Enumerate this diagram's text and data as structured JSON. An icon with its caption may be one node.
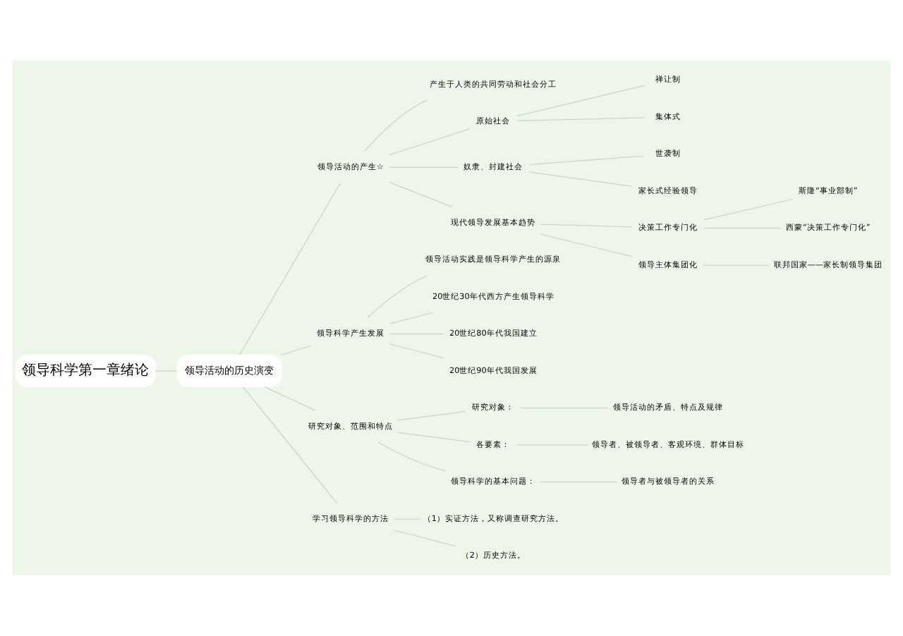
{
  "diagram": {
    "nodes": [
      {
        "text": [
          "领导科学第一章绪论"
        ]
      },
      {
        "text": [
          "领导活动的历史演变"
        ]
      },
      {
        "text": [
          "领导活动的产生☆"
        ]
      },
      {
        "text": [
          "产生于人类的共同劳动和社会分工"
        ]
      },
      {
        "text": [
          "原始社会"
        ]
      },
      {
        "text": [
          "禅让制"
        ]
      },
      {
        "text": [
          "集体式"
        ]
      },
      {
        "text": [
          "奴隶、封建社会"
        ]
      },
      {
        "text": [
          "世袭制"
        ]
      },
      {
        "text": [
          "家长式经验领导"
        ]
      },
      {
        "text": [
          "现代领导发展基本趋势"
        ]
      },
      {
        "text": [
          "决策工作专门化"
        ]
      },
      {
        "text": [
          "斯隆“事业部制”"
        ]
      },
      {
        "text": [
          "西蒙“决策工作专门化”"
        ]
      },
      {
        "text": [
          "领导主体集团化"
        ]
      },
      {
        "text": [
          "联邦国家——家长制领导集团"
        ]
      },
      {
        "text": [
          "领导科学产生发展"
        ]
      },
      {
        "text": [
          "领导活动实践是领导科学产生的源泉"
        ]
      },
      {
        "text": [
          "20世纪30年代西方产生领导科学"
        ]
      },
      {
        "text": [
          "20世纪80年代我国建立"
        ]
      },
      {
        "text": [
          "20世纪90年代我国发展"
        ]
      },
      {
        "text": [
          "研究对象、范围和特点"
        ]
      },
      {
        "text": [
          "研究对象："
        ]
      },
      {
        "text": [
          "领导活动的矛盾、特点及规律"
        ]
      },
      {
        "text": [
          "各要素："
        ]
      },
      {
        "text": [
          "领导者、被领导者、客观环境、群体目标"
        ]
      },
      {
        "text": [
          "领导科学的基本问题："
        ]
      },
      {
        "text": [
          "领导者与被领导者的关系"
        ]
      },
      {
        "text": [
          "学习领导科学的方法"
        ]
      },
      {
        "text": [
          "（1）实证方法，又称调查研究方法。"
        ]
      },
      {
        "text": [
          "（2）历史方法。"
        ]
      }
    ],
    "edges": [
      {
        "from": 0,
        "to": 1,
        "arrow": "none"
      },
      {
        "from": 1,
        "to": 2,
        "arrow": "none"
      },
      {
        "from": 1,
        "to": 16,
        "arrow": "none"
      },
      {
        "from": 1,
        "to": 21,
        "arrow": "none"
      },
      {
        "from": 1,
        "to": 28,
        "arrow": "none"
      },
      {
        "from": 2,
        "to": 3,
        "arrow": "none"
      },
      {
        "from": 2,
        "to": 4,
        "arrow": "none"
      },
      {
        "from": 2,
        "to": 7,
        "arrow": "none"
      },
      {
        "from": 2,
        "to": 10,
        "arrow": "none"
      },
      {
        "from": 4,
        "to": 5,
        "arrow": "none"
      },
      {
        "from": 4,
        "to": 6,
        "arrow": "none"
      },
      {
        "from": 7,
        "to": 8,
        "arrow": "none"
      },
      {
        "from": 7,
        "to": 9,
        "arrow": "none"
      },
      {
        "from": 10,
        "to": 11,
        "arrow": "none"
      },
      {
        "from": 10,
        "to": 14,
        "arrow": "none"
      },
      {
        "from": 11,
        "to": 12,
        "arrow": "none"
      },
      {
        "from": 11,
        "to": 13,
        "arrow": "none"
      },
      {
        "from": 14,
        "to": 15,
        "arrow": "none"
      },
      {
        "from": 16,
        "to": 17,
        "arrow": "none"
      },
      {
        "from": 16,
        "to": 18,
        "arrow": "none"
      },
      {
        "from": 16,
        "to": 19,
        "arrow": "none"
      },
      {
        "from": 16,
        "to": 20,
        "arrow": "none"
      },
      {
        "from": 21,
        "to": 22,
        "arrow": "none"
      },
      {
        "from": 21,
        "to": 24,
        "arrow": "none"
      },
      {
        "from": 21,
        "to": 26,
        "arrow": "none"
      },
      {
        "from": 22,
        "to": 23,
        "arrow": "none"
      },
      {
        "from": 24,
        "to": 25,
        "arrow": "none"
      },
      {
        "from": 26,
        "to": 27,
        "arrow": "none"
      },
      {
        "from": 28,
        "to": 29,
        "arrow": "none"
      },
      {
        "from": 28,
        "to": 30,
        "arrow": "none"
      }
    ]
  }
}
